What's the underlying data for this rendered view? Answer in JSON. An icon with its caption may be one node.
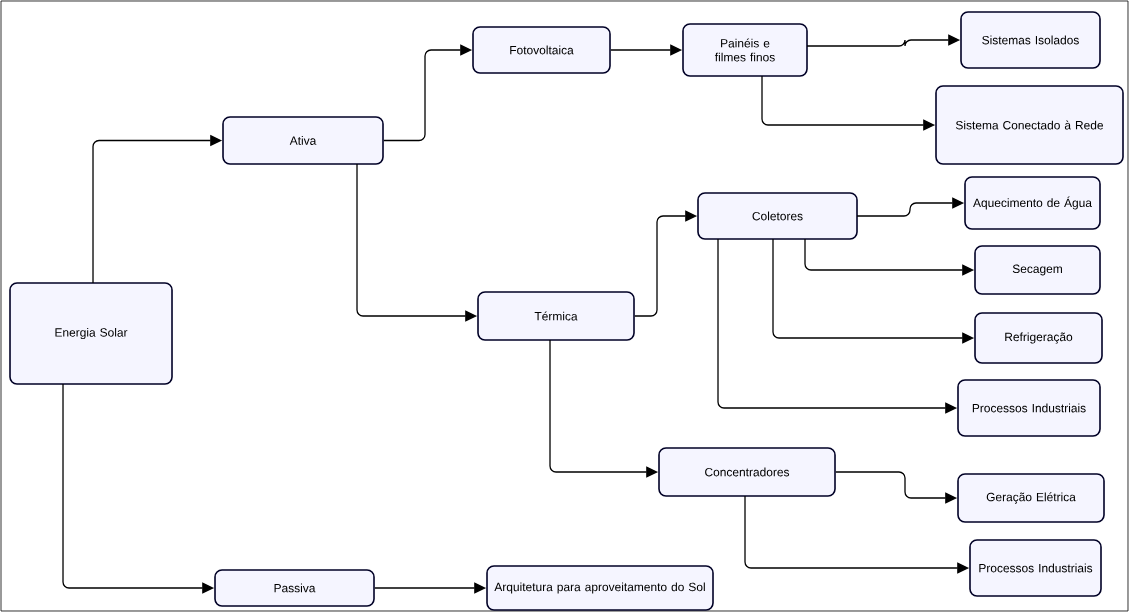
{
  "diagram": {
    "nodes": [
      {
        "text": [
          "Energia Solar"
        ]
      },
      {
        "text": [
          "Ativa"
        ]
      },
      {
        "text": [
          "Passiva"
        ]
      },
      {
        "text": [
          "Fotovoltaica"
        ]
      },
      {
        "text": [
          "Térmica"
        ]
      },
      {
        "text": [
          "Painéis e filmes finos"
        ]
      },
      {
        "text": [
          "Sistemas Isolados"
        ]
      },
      {
        "text": [
          "Sistema Conectado à Rede"
        ]
      },
      {
        "text": [
          "Coletores"
        ]
      },
      {
        "text": [
          "Aquecimento de Água"
        ]
      },
      {
        "text": [
          "Secagem"
        ]
      },
      {
        "text": [
          "Refrigeração"
        ]
      },
      {
        "text": [
          "Processos Industriais"
        ]
      },
      {
        "text": [
          "Concentradores"
        ]
      },
      {
        "text": [
          "Geração Elétrica"
        ]
      },
      {
        "text": [
          "Processos Industriais"
        ]
      },
      {
        "text": [
          "Arquitetura para aproveitamento do Sol"
        ]
      }
    ],
    "edges": [
      {
        "from": 0,
        "to": 1,
        "arrow": "to"
      },
      {
        "from": 0,
        "to": 2,
        "arrow": "to"
      },
      {
        "from": 1,
        "to": 3,
        "arrow": "to"
      },
      {
        "from": 1,
        "to": 4,
        "arrow": "to"
      },
      {
        "from": 2,
        "to": 16,
        "arrow": "to"
      },
      {
        "from": 3,
        "to": 5,
        "arrow": "to"
      },
      {
        "from": 5,
        "to": 6,
        "arrow": "to"
      },
      {
        "from": 5,
        "to": 7,
        "arrow": "to"
      },
      {
        "from": 4,
        "to": 8,
        "arrow": "to"
      },
      {
        "from": 4,
        "to": 13,
        "arrow": "to"
      },
      {
        "from": 8,
        "to": 9,
        "arrow": "to"
      },
      {
        "from": 8,
        "to": 10,
        "arrow": "to"
      },
      {
        "from": 8,
        "to": 11,
        "arrow": "to"
      },
      {
        "from": 8,
        "to": 12,
        "arrow": "to"
      },
      {
        "from": 13,
        "to": 14,
        "arrow": "to"
      },
      {
        "from": 13,
        "to": 15,
        "arrow": "to"
      }
    ]
  }
}
